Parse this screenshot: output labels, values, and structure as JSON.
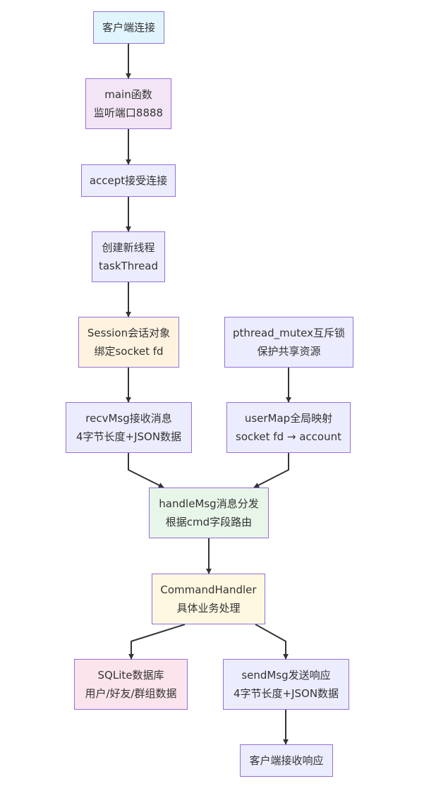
{
  "diagram": {
    "type": "flowchart",
    "colors": {
      "border": "#9370db",
      "edge": "#333333",
      "text": "#333333",
      "fill_client": "#e1f5fe",
      "fill_main": "#f3e5f5",
      "fill_default": "#ececff",
      "fill_session": "#fff3e0",
      "fill_handle": "#e8f5e9",
      "fill_command": "#fff8e1",
      "fill_sqlite": "#fce4ec"
    },
    "nodes": {
      "client_connect": {
        "lines": [
          "客户端连接"
        ]
      },
      "main_func": {
        "lines": [
          "main函数",
          "监听端口8888"
        ]
      },
      "accept": {
        "lines": [
          "accept接受连接"
        ]
      },
      "new_thread": {
        "lines": [
          "创建新线程",
          "taskThread"
        ]
      },
      "session": {
        "lines": [
          "Session会话对象",
          "绑定socket fd"
        ]
      },
      "mutex": {
        "lines": [
          "pthread_mutex互斥锁",
          "保护共享资源"
        ]
      },
      "recv": {
        "lines": [
          "recvMsg接收消息",
          "4字节长度+JSON数据"
        ]
      },
      "usermap": {
        "lines": [
          "userMap全局映射",
          "socket fd → account"
        ]
      },
      "handle": {
        "lines": [
          "handleMsg消息分发",
          "根据cmd字段路由"
        ]
      },
      "command": {
        "lines": [
          "CommandHandler",
          "具体业务处理"
        ]
      },
      "sqlite": {
        "lines": [
          "SQLite数据库",
          "用户/好友/群组数据"
        ]
      },
      "send": {
        "lines": [
          "sendMsg发送响应",
          "4字节长度+JSON数据"
        ]
      },
      "client_recv": {
        "lines": [
          "客户端接收响应"
        ]
      }
    },
    "edges": [
      [
        "client_connect",
        "main_func"
      ],
      [
        "main_func",
        "accept"
      ],
      [
        "accept",
        "new_thread"
      ],
      [
        "new_thread",
        "session"
      ],
      [
        "session",
        "recv"
      ],
      [
        "mutex",
        "usermap"
      ],
      [
        "recv",
        "handle"
      ],
      [
        "usermap",
        "handle"
      ],
      [
        "handle",
        "command"
      ],
      [
        "command",
        "sqlite"
      ],
      [
        "command",
        "send"
      ],
      [
        "send",
        "client_recv"
      ]
    ]
  }
}
